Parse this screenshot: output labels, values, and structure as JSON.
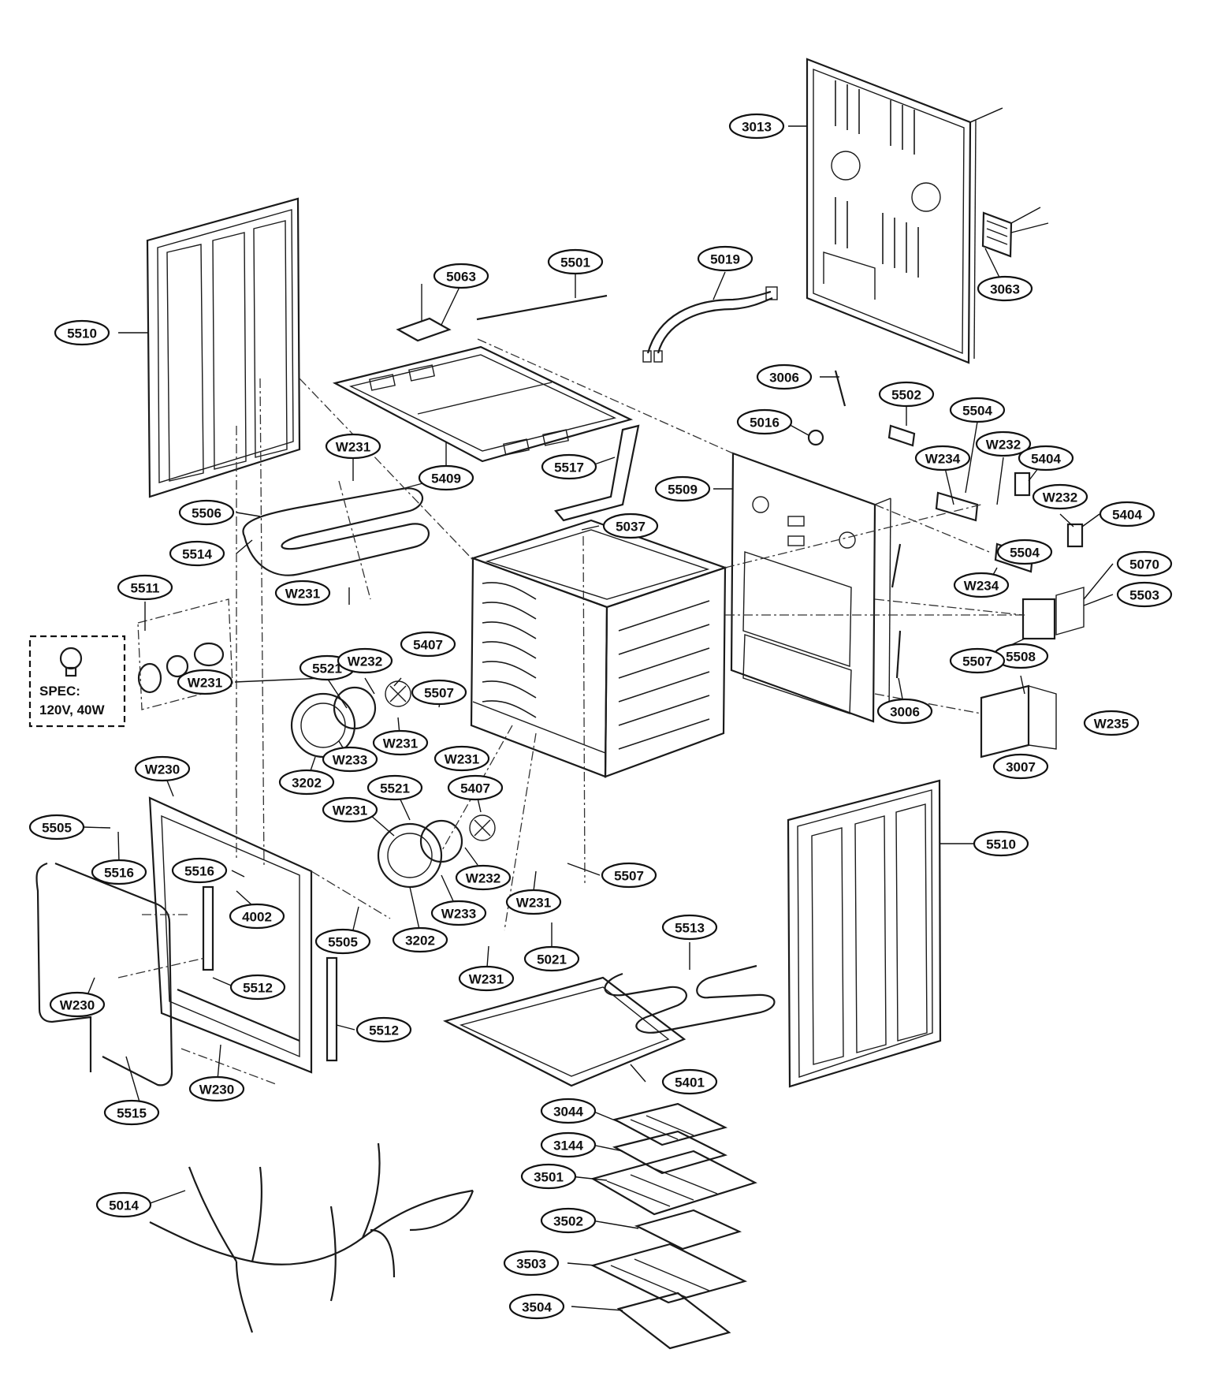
{
  "callouts": [
    {
      "id": "3013",
      "label": "3013"
    },
    {
      "id": "3063",
      "label": "3063"
    },
    {
      "id": "5019",
      "label": "5019"
    },
    {
      "id": "5501",
      "label": "5501"
    },
    {
      "id": "5063",
      "label": "5063"
    },
    {
      "id": "5510a",
      "label": "5510"
    },
    {
      "id": "3006a",
      "label": "3006"
    },
    {
      "id": "5016",
      "label": "5016"
    },
    {
      "id": "5502",
      "label": "5502"
    },
    {
      "id": "5504a",
      "label": "5504"
    },
    {
      "id": "W232a",
      "label": "W232"
    },
    {
      "id": "W234a",
      "label": "W234"
    },
    {
      "id": "5404a",
      "label": "5404"
    },
    {
      "id": "W231a",
      "label": "W231"
    },
    {
      "id": "5409",
      "label": "5409"
    },
    {
      "id": "5517",
      "label": "5517"
    },
    {
      "id": "5509",
      "label": "5509"
    },
    {
      "id": "W232b",
      "label": "W232"
    },
    {
      "id": "5404b",
      "label": "5404"
    },
    {
      "id": "5506",
      "label": "5506"
    },
    {
      "id": "5037",
      "label": "5037"
    },
    {
      "id": "5504b",
      "label": "5504"
    },
    {
      "id": "5514",
      "label": "5514"
    },
    {
      "id": "5070",
      "label": "5070"
    },
    {
      "id": "5511",
      "label": "5511"
    },
    {
      "id": "W231b",
      "label": "W231"
    },
    {
      "id": "5503a",
      "label": "5503"
    },
    {
      "id": "W234b",
      "label": "W234"
    },
    {
      "id": "5521a",
      "label": "5521"
    },
    {
      "id": "W232c",
      "label": "W232"
    },
    {
      "id": "5407a",
      "label": "5407"
    },
    {
      "id": "5507a",
      "label": "5507"
    },
    {
      "id": "5508",
      "label": "5508"
    },
    {
      "id": "W231c",
      "label": "W231"
    },
    {
      "id": "5507b",
      "label": "5507"
    },
    {
      "id": "3006b",
      "label": "3006"
    },
    {
      "id": "W235",
      "label": "W235"
    },
    {
      "id": "W231d",
      "label": "W231"
    },
    {
      "id": "W233a",
      "label": "W233"
    },
    {
      "id": "W231e",
      "label": "W231"
    },
    {
      "id": "3007",
      "label": "3007"
    },
    {
      "id": "W230a",
      "label": "W230"
    },
    {
      "id": "3202a",
      "label": "3202"
    },
    {
      "id": "5521b",
      "label": "5521"
    },
    {
      "id": "5407b",
      "label": "5407"
    },
    {
      "id": "W231f",
      "label": "W231"
    },
    {
      "id": "5505a",
      "label": "5505"
    },
    {
      "id": "5510b",
      "label": "5510"
    },
    {
      "id": "5516a",
      "label": "5516"
    },
    {
      "id": "5516b",
      "label": "5516"
    },
    {
      "id": "W232d",
      "label": "W232"
    },
    {
      "id": "5507c",
      "label": "5507"
    },
    {
      "id": "4002",
      "label": "4002"
    },
    {
      "id": "W231g",
      "label": "W231"
    },
    {
      "id": "W233b",
      "label": "W233"
    },
    {
      "id": "5505b",
      "label": "5505"
    },
    {
      "id": "3202b",
      "label": "3202"
    },
    {
      "id": "5513",
      "label": "5513"
    },
    {
      "id": "5021",
      "label": "5021"
    },
    {
      "id": "W231h",
      "label": "W231"
    },
    {
      "id": "5512a",
      "label": "5512"
    },
    {
      "id": "W230b",
      "label": "W230"
    },
    {
      "id": "5512b",
      "label": "5512"
    },
    {
      "id": "5401",
      "label": "5401"
    },
    {
      "id": "W230c",
      "label": "W230"
    },
    {
      "id": "5515",
      "label": "5515"
    },
    {
      "id": "3044",
      "label": "3044"
    },
    {
      "id": "3144",
      "label": "3144"
    },
    {
      "id": "3501",
      "label": "3501"
    },
    {
      "id": "5014",
      "label": "5014"
    },
    {
      "id": "3502",
      "label": "3502"
    },
    {
      "id": "3503",
      "label": "3503"
    },
    {
      "id": "3504",
      "label": "3504"
    }
  ],
  "spec": {
    "line1": "SPEC:",
    "line2": "120V, 40W"
  }
}
